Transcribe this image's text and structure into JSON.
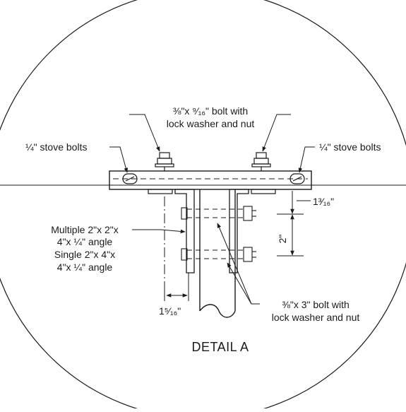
{
  "diagram": {
    "title": "DETAIL A",
    "labels": {
      "top_bolt_line1": "⅜\"x ⁹⁄₁₆\" bolt with",
      "top_bolt_line2": "lock washer and nut",
      "stove_left": "¼\" stove bolts",
      "stove_right": "¼\" stove bolts",
      "angle_multi_line1": "Multiple 2\"x 2\"x",
      "angle_multi_line2": "4\"x ¼\" angle",
      "angle_single_line1": "Single 2\"x 4\"x",
      "angle_single_line2": "4\"x ¼\" angle",
      "dim_top": "1³⁄₁₆\"",
      "dim_vertical": "2\"",
      "dim_bottom": "1⁵⁄₁₆\"",
      "bottom_bolt_line1": "⅜\"x 3\" bolt with",
      "bottom_bolt_line2": "lock washer and nut"
    }
  },
  "colors": {
    "line": "#1a1a1a",
    "background": "#ffffff"
  }
}
